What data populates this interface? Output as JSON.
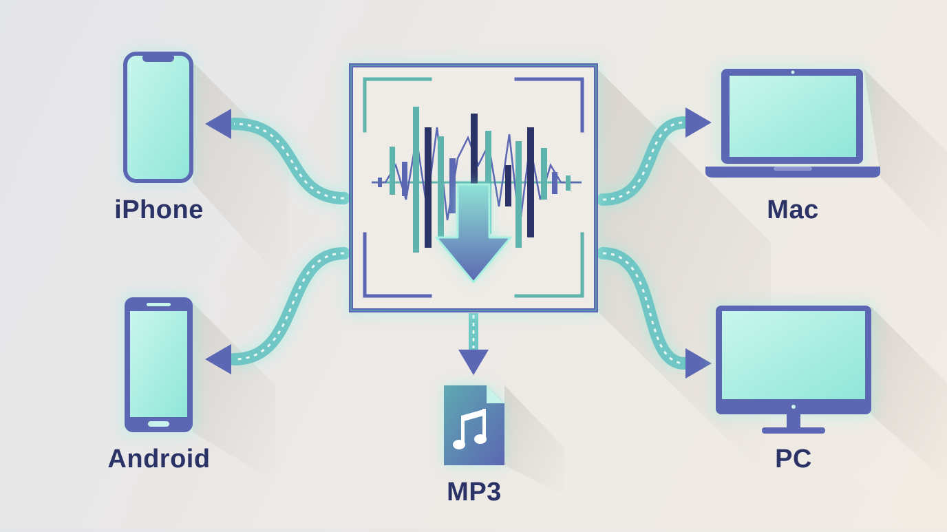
{
  "colors": {
    "navy": "#2b3266",
    "indigo": "#5b67b2",
    "teal": "#5fb3ad",
    "mint": "#a8f0e2",
    "glow": "#7ff3e0",
    "screen": "#c8f3ea",
    "frameFill": "#efebe6"
  },
  "center": {
    "icon": "audio-waveform-download-icon"
  },
  "nodes": {
    "iphone": {
      "label": "iPhone",
      "icon": "iphone-icon"
    },
    "android": {
      "label": "Android",
      "icon": "android-phone-icon"
    },
    "mac": {
      "label": "Mac",
      "icon": "laptop-icon"
    },
    "pc": {
      "label": "PC",
      "icon": "desktop-monitor-icon"
    },
    "mp3": {
      "label": "MP3",
      "icon": "mp3-music-file-icon"
    }
  }
}
